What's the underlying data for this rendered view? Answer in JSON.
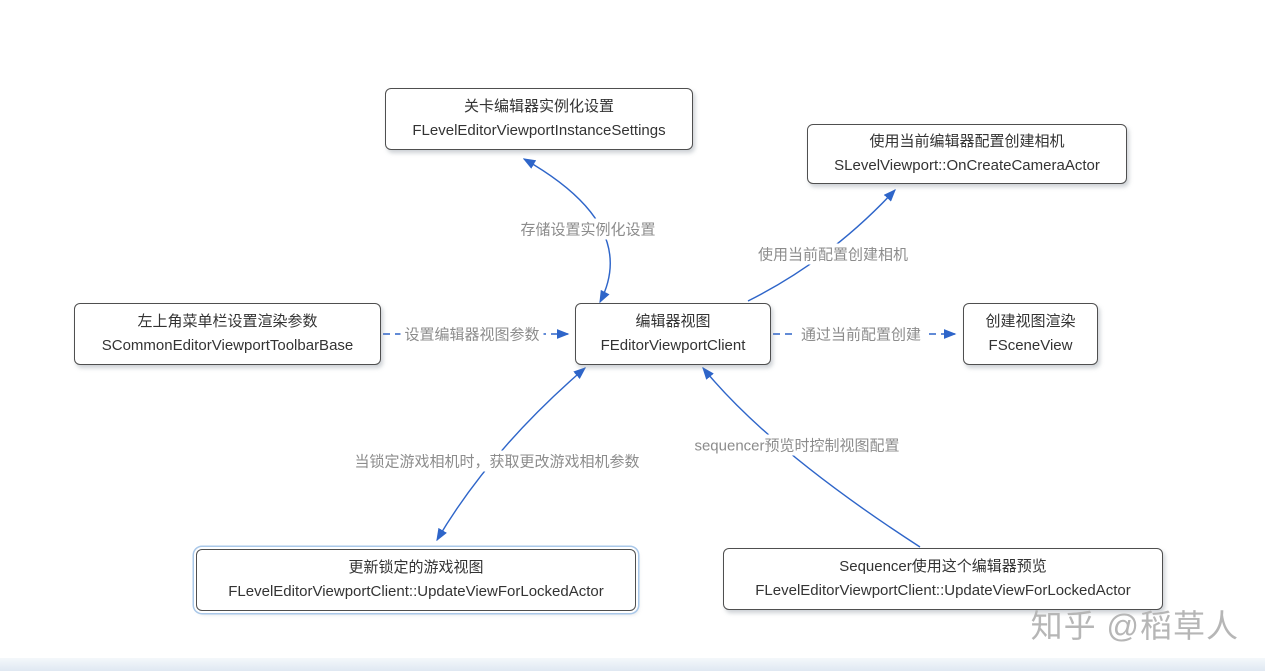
{
  "diagram": {
    "colors": {
      "accent": "#2e65c9",
      "edge_label_text": "#8c8c8c",
      "node_border": "#4f4f4f",
      "node_text": "#333333",
      "selection_ring": "#aac8e9",
      "watermark": "#b6b6b6"
    },
    "nodes": [
      {
        "id": "instance-settings",
        "title": "关卡编辑器实例化设置",
        "subtitle": "FLevelEditorViewportInstanceSettings"
      },
      {
        "id": "on-create-camera",
        "title": "使用当前编辑器配置创建相机",
        "subtitle": "SLevelViewport::OnCreateCameraActor"
      },
      {
        "id": "toolbar-base",
        "title": "左上角菜单栏设置渲染参数",
        "subtitle": "SCommonEditorViewportToolbarBase"
      },
      {
        "id": "viewport-client",
        "title": "编辑器视图",
        "subtitle": "FEditorViewportClient"
      },
      {
        "id": "scene-view",
        "title": "创建视图渲染",
        "subtitle": "FSceneView"
      },
      {
        "id": "update-locked-view",
        "title": "更新锁定的游戏视图",
        "subtitle": "FLevelEditorViewportClient::UpdateViewForLockedActor",
        "selected": true
      },
      {
        "id": "sequencer-preview",
        "title": "Sequencer使用这个编辑器预览",
        "subtitle": "FLevelEditorViewportClient::UpdateViewForLockedActor"
      }
    ],
    "edges": [
      {
        "label": "存储设置实例化设置",
        "from": "viewport-client",
        "to": "instance-settings",
        "style": "solid",
        "bidirectional": true
      },
      {
        "label": "使用当前配置创建相机",
        "from": "viewport-client",
        "to": "on-create-camera",
        "style": "solid",
        "bidirectional": false
      },
      {
        "label": "设置编辑器视图参数",
        "from": "toolbar-base",
        "to": "viewport-client",
        "style": "dashed",
        "bidirectional": false
      },
      {
        "label": "通过当前配置创建",
        "from": "viewport-client",
        "to": "scene-view",
        "style": "dashed",
        "bidirectional": false
      },
      {
        "label": "当锁定游戏相机时，获取更改游戏相机参数",
        "from": "update-locked-view",
        "to": "viewport-client",
        "style": "solid",
        "bidirectional": true
      },
      {
        "label": "sequencer预览时控制视图配置",
        "from": "sequencer-preview",
        "to": "viewport-client",
        "style": "solid",
        "bidirectional": false
      }
    ],
    "watermark": "知乎 @稻草人"
  }
}
